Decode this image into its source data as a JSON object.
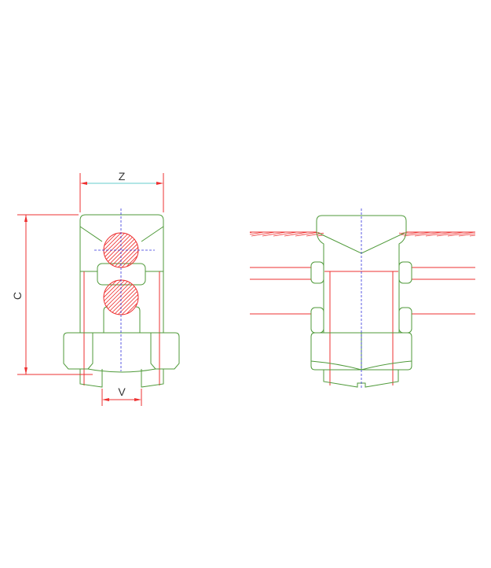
{
  "dimensions": {
    "z_label": "Z",
    "c_label": "C",
    "v_label": "V"
  },
  "colors": {
    "outline": "#4f9a3a",
    "section": "#ee3030",
    "centerline": "#3333dd",
    "dimension_line": "#66cccc"
  }
}
